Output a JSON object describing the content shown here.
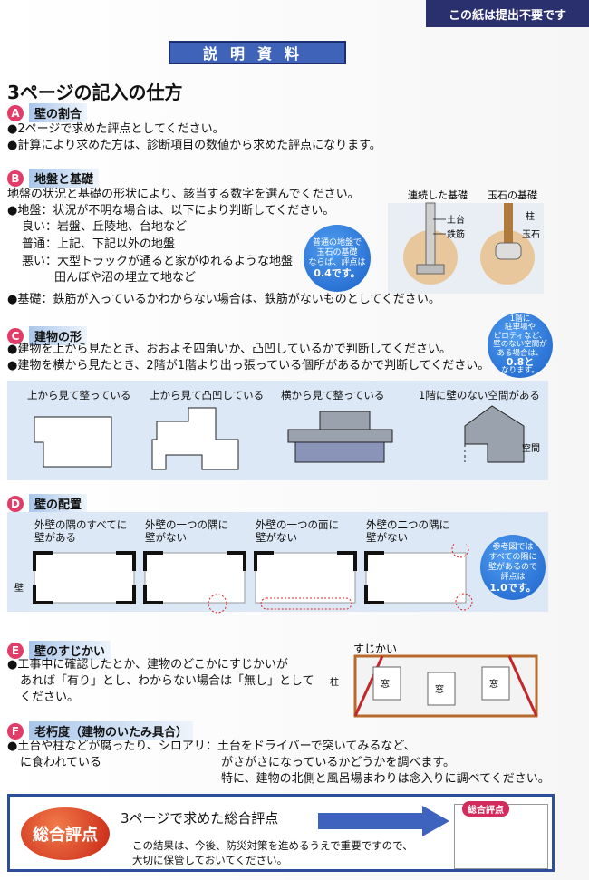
{
  "header": {
    "badge": "この紙は提出不要です",
    "banner": "説明資料",
    "title": "3ページの記入の仕方"
  },
  "secA": {
    "letter": "A",
    "label": "壁の割合",
    "lines": [
      "●2ページで求めた評点としてください。",
      "●計算により求めた方は、診断項目の数値から求めた評点になります。"
    ]
  },
  "secB": {
    "letter": "B",
    "label": "地盤と基礎",
    "intro": "地盤の状況と基礎の形状により、該当する数字を選んでください。",
    "line1": "●地盤：状況が不明な場合は、以下により判断してください。",
    "good": "良い：岩盤、丘陵地、台地など",
    "normal": "普通：上記、下記以外の地盤",
    "bad": "悪い：大型トラックが通ると家がゆれるような地盤",
    "bad2": "田んぼや沼の埋立て地など",
    "kiso": "●基礎：鉄筋が入っているかわからない場合は、鉄筋がないものとしてください。",
    "bubble": [
      "普通の地盤で",
      "玉石の基礎",
      "ならば、評点は",
      "0.4です。"
    ],
    "fig": {
      "title1": "連続した基礎",
      "title2": "玉石の基礎",
      "dodai": "土台",
      "tekkin": "鉄筋",
      "hashira": "柱",
      "tamaishi": "玉石"
    }
  },
  "secC": {
    "letter": "C",
    "label": "建物の形",
    "line1": "●建物を上から見たとき、おおよそ四角いか、凸凹しているかで判断してください。",
    "line2": "●建物を横から見たとき、2階が1階より出っ張っている個所があるかで判断してください。",
    "bubble": [
      "1階に",
      "駐車場や",
      "ピロティなど、",
      "壁のない空間が",
      "ある場合は、",
      "0.8と",
      "なります。"
    ],
    "shapes": [
      "上から見て整っている",
      "上から見て凸凹している",
      "横から見て整っている",
      "1階に壁のない空間がある"
    ],
    "space": "空間"
  },
  "secD": {
    "letter": "D",
    "label": "壁の配置",
    "cases": [
      [
        "外壁の隅のすべてに",
        "壁がある"
      ],
      [
        "外壁の一つの隅に",
        "壁がない"
      ],
      [
        "外壁の一つの面に",
        "壁がない"
      ],
      [
        "外壁の二つの隅に",
        "壁がない"
      ]
    ],
    "wall": "壁",
    "bubble": [
      "参考図では",
      "すべての隅に",
      "壁があるので",
      "評点は",
      "1.0です。"
    ]
  },
  "secE": {
    "letter": "E",
    "label": "壁のすじかい",
    "lines": [
      "●工事中に確認したとか、建物のどこかにすじかいが",
      "あれば「有り」とし、わからない場合は「無し」として",
      "ください。"
    ],
    "fig": {
      "sujikai": "すじかい",
      "hashira": "柱",
      "mado": "窓"
    }
  },
  "secF": {
    "letter": "F",
    "label": "老朽度（建物のいたみ具合）",
    "left1": "●土台や柱などが腐ったり、シロアリ：土台をドライバーで突いてみるなど、",
    "left2": "に食われている",
    "right2": "がさがさになっているかどうかを調べます。",
    "right3": "特に、建物の北側と風呂場まわりは念入りに調べてください。"
  },
  "bottom": {
    "badge": "総合評点",
    "heading": "3ページで求めた総合評点",
    "note1": "この結果は、今後、防災対策を進めるうえで重要ですので、",
    "note2": "大切に保管しておいてください。",
    "tag": "総合評点"
  }
}
